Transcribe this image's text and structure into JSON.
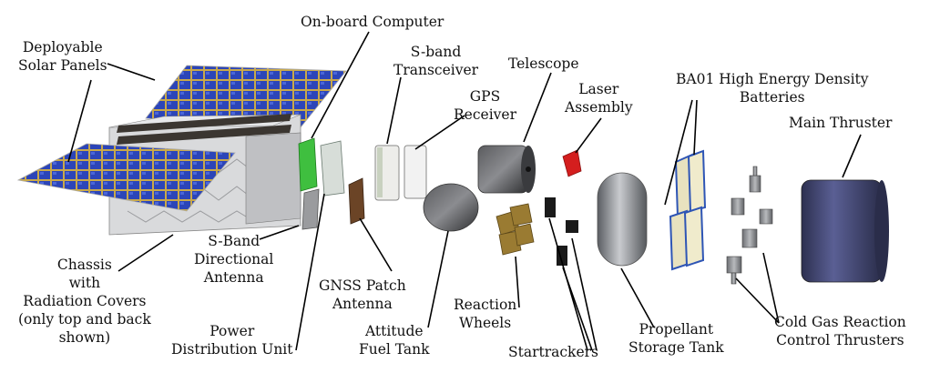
{
  "labels": {
    "onboard_computer": [
      "On-board Computer"
    ],
    "solar_panels": [
      "Deployable",
      "Solar Panels"
    ],
    "sband_transceiver": [
      "S-band",
      "Transceiver"
    ],
    "telescope": [
      "Telescope"
    ],
    "gps_receiver": [
      "GPS",
      "Receiver"
    ],
    "laser_assembly": [
      "Laser",
      "Assembly"
    ],
    "batteries": [
      "BA01 High Energy Density",
      "Batteries"
    ],
    "main_thruster": [
      "Main Thruster"
    ],
    "chassis": [
      "Chassis",
      "with",
      "Radiation Covers",
      "(only top and back",
      "shown)"
    ],
    "sband_antenna": [
      "S-Band",
      "Directional",
      "Antenna"
    ],
    "gnss_antenna": [
      "GNSS Patch",
      "Antenna"
    ],
    "power_unit": [
      "Power",
      "Distribution Unit"
    ],
    "attitude_tank": [
      "Attitude",
      "Fuel Tank"
    ],
    "reaction_wheels": [
      "Reaction",
      "Wheels"
    ],
    "startrackers": [
      "Startrackers"
    ],
    "propellant_tank": [
      "Propellant",
      "Storage Tank"
    ],
    "cold_gas": [
      "Cold Gas Reaction",
      "Control Thrusters"
    ]
  },
  "colors": {
    "solar_cell": "#2c45b8",
    "solar_strip": "#c9a94a",
    "chassis": "#d9dadc",
    "cover": "#3b3631",
    "pcb_green": "#3fbf3f",
    "laser_red": "#d41e1e",
    "gnss_brown": "#6b4426",
    "thruster_body": "#4a4f7e",
    "battery_cell": "#e8e2bf",
    "battery_blue": "#2e55b5",
    "tank_gray": "#8d8f93",
    "wheel_gold": "#9a7b32"
  }
}
